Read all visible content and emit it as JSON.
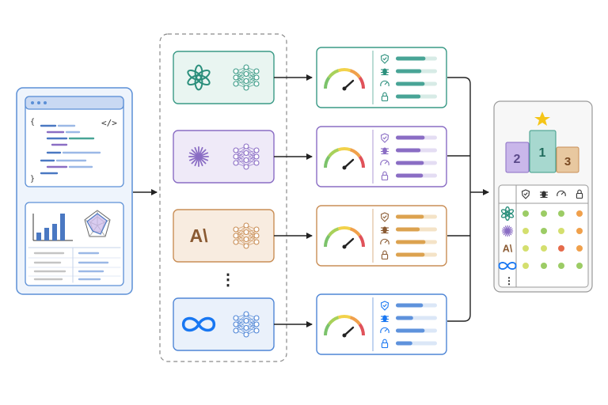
{
  "colors": {
    "input_border": "#5b8fd6",
    "input_fill": "#eef4fc",
    "dashed_group": "#8a8a8a",
    "arrow": "#222222",
    "model_themes": [
      {
        "name": "openai",
        "border": "#3a9a86",
        "fill": "#e9f5f1",
        "bar": "#48a496",
        "bar_bg": "#d7ebe6",
        "icon": "#2b8f7c"
      },
      {
        "name": "perplexity",
        "border": "#8a6dc4",
        "fill": "#efeaf8",
        "bar": "#8a6dc4",
        "bar_bg": "#e4ddf3",
        "icon": "#8a6dc4"
      },
      {
        "name": "anthropic",
        "border": "#c98e56",
        "fill": "#f8ece0",
        "bar": "#dca24f",
        "bar_bg": "#f4e3c7",
        "icon": "#8a5a32"
      },
      {
        "name": "meta",
        "border": "#4f86d6",
        "fill": "#eaf1fb",
        "bar": "#5e92dc",
        "bar_bg": "#dbe7f7",
        "icon": "#1877f2"
      }
    ],
    "podium": {
      "first": "#a7d8cf",
      "second": "#c9b7ea",
      "third": "#e8c8a0",
      "star": "#f5c518"
    },
    "dots": {
      "green": "#9ccc65",
      "yellow": "#d4df6e",
      "orange": "#f0a04b",
      "red": "#e56a4a"
    }
  },
  "input_panel": {
    "code_tag": "</>",
    "brace_open": "{",
    "brace_close": "}"
  },
  "models": [
    {
      "logo": "openai-logo-icon",
      "bars": [
        0.72,
        0.62,
        0.7,
        0.6
      ]
    },
    {
      "logo": "sparkle-logo-icon",
      "bars": [
        0.7,
        0.6,
        0.68,
        0.66
      ]
    },
    {
      "logo": "anthropic-logo-text",
      "logo_text": "A\\",
      "bars": [
        0.68,
        0.58,
        0.72,
        0.7
      ]
    },
    {
      "logo": "meta-logo-icon",
      "bars": [
        0.66,
        0.42,
        0.7,
        0.4
      ]
    }
  ],
  "ellipsis": "⋮",
  "metric_icons": [
    "shield-check-icon",
    "bug-icon",
    "speedometer-icon",
    "lock-icon"
  ],
  "leaderboard": {
    "podium": {
      "first": "1",
      "second": "2",
      "third": "3"
    },
    "rows": [
      {
        "logo": "openai-logo-icon",
        "dots": [
          "green",
          "green",
          "green",
          "orange"
        ]
      },
      {
        "logo": "sparkle-logo-icon",
        "dots": [
          "yellow",
          "green",
          "yellow",
          "orange"
        ]
      },
      {
        "logo": "anthropic-logo-text",
        "logo_text": "A\\",
        "dots": [
          "yellow",
          "yellow",
          "red",
          "orange"
        ]
      },
      {
        "logo": "meta-logo-icon",
        "dots": [
          "yellow",
          "green",
          "green",
          "green"
        ]
      }
    ],
    "more": "⋮"
  }
}
